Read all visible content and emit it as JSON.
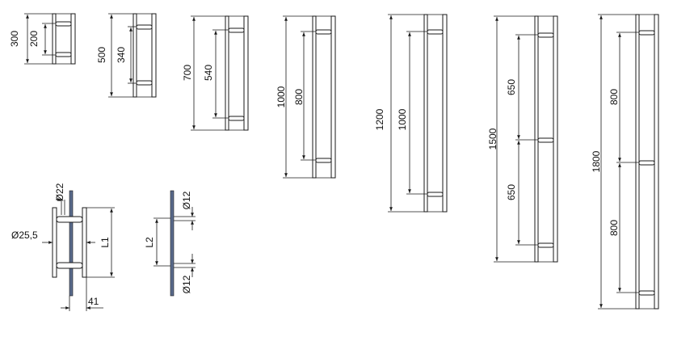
{
  "handles": [
    {
      "length": "300",
      "spacing": [
        "200"
      ]
    },
    {
      "length": "500",
      "spacing": [
        "340"
      ]
    },
    {
      "length": "700",
      "spacing": [
        "540"
      ]
    },
    {
      "length": "1000",
      "spacing": [
        "800"
      ]
    },
    {
      "length": "1200",
      "spacing": [
        "1000"
      ]
    },
    {
      "length": "1500",
      "spacing": [
        "650",
        "650"
      ]
    },
    {
      "length": "1800",
      "spacing": [
        "800",
        "800"
      ]
    }
  ],
  "section_labels": {
    "bar_diameter": "Ø25,5",
    "standoff_diameter": "Ø22",
    "overall_length": "L1",
    "depth": "41",
    "center_distance": "L2",
    "bolt_top": "Ø12",
    "bolt_bottom": "Ø12"
  },
  "colors": {
    "line": "#1a1a1a",
    "glass": "#5a6b8c"
  }
}
